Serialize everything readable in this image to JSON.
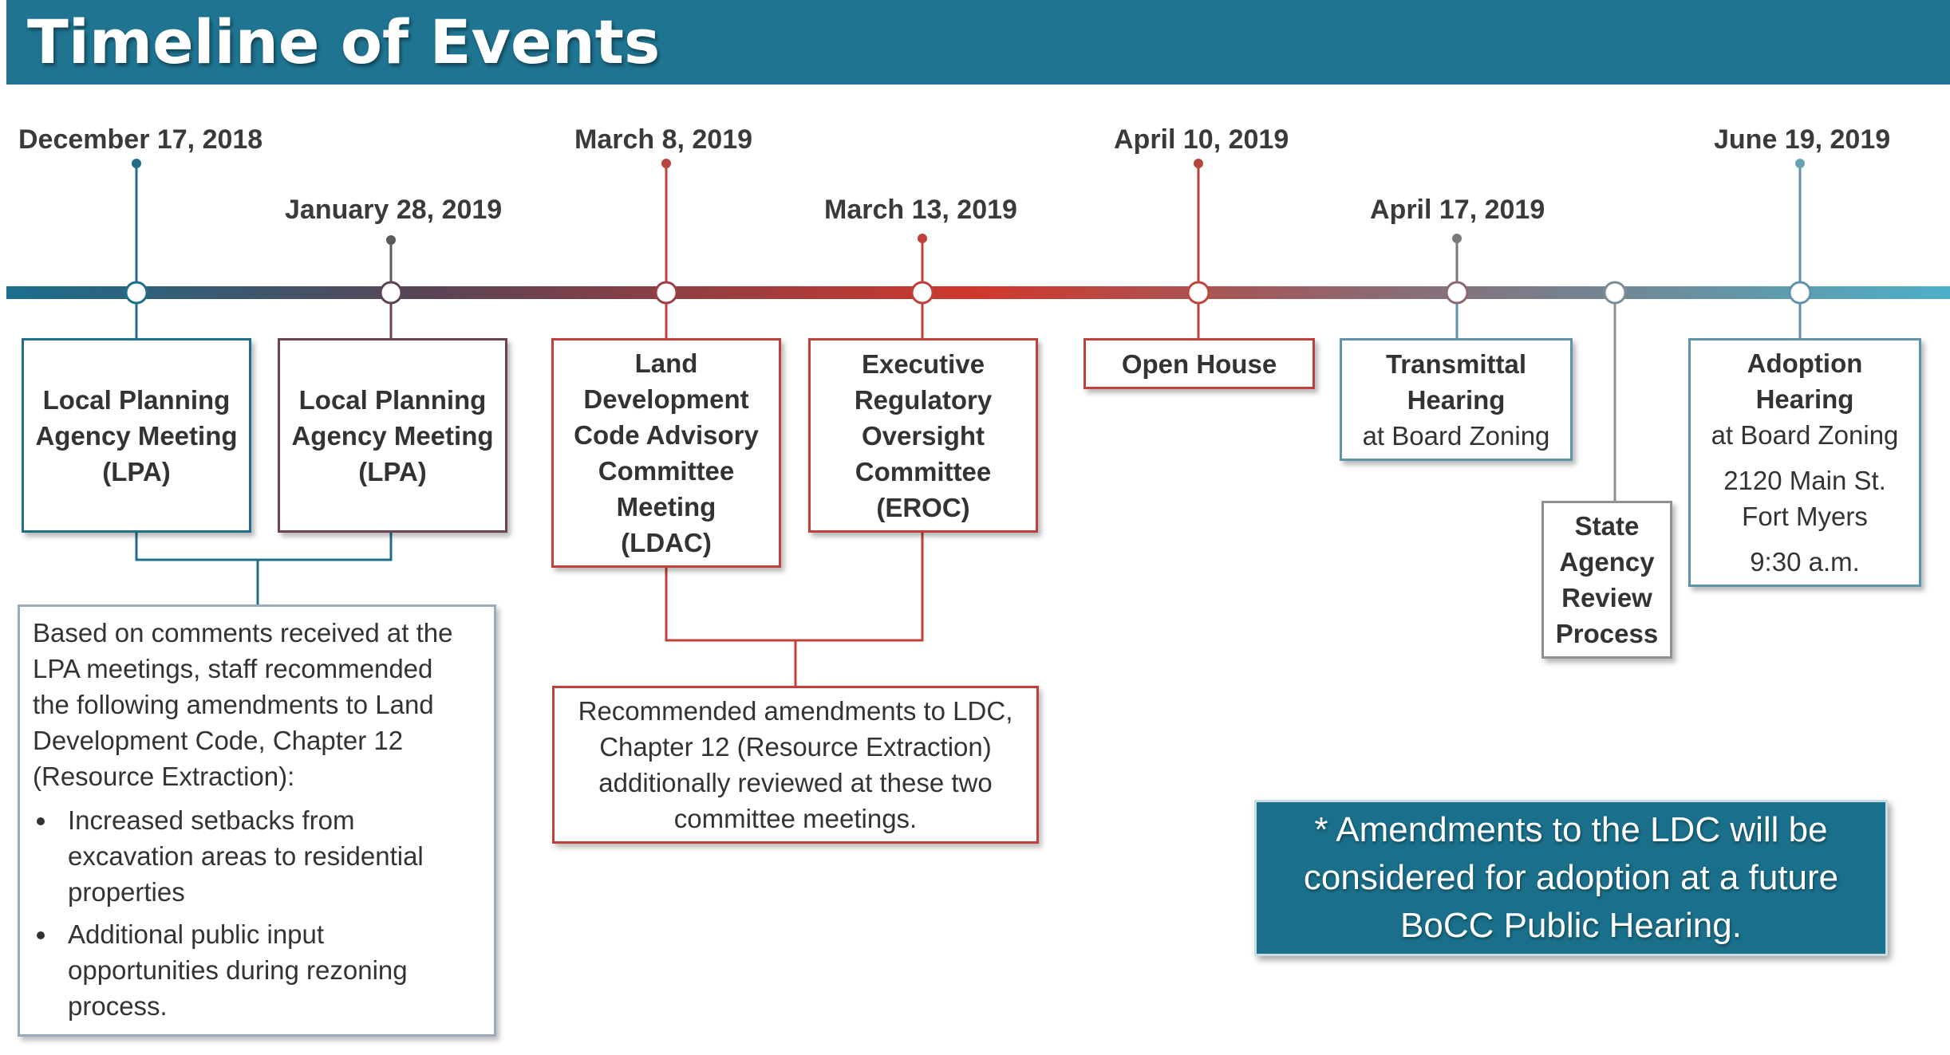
{
  "title": "Timeline of Events",
  "dates": {
    "d1": "December 17, 2018",
    "d2": "January 28, 2019",
    "d3": "March 8, 2019",
    "d4": "March 13, 2019",
    "d5": "April 10, 2019",
    "d6": "April 17, 2019",
    "d7": "June 19, 2019"
  },
  "events": {
    "lpa1": [
      "Local Planning",
      "Agency Meeting",
      "(LPA)"
    ],
    "lpa2": [
      "Local Planning",
      "Agency Meeting",
      "(LPA)"
    ],
    "ldac": [
      "Land",
      "Development",
      "Code Advisory",
      "Committee",
      "Meeting",
      "(LDAC)"
    ],
    "eroc": [
      "Executive",
      "Regulatory",
      "Oversight",
      "Committee",
      "(EROC)"
    ],
    "open_house": "Open House",
    "transmittal": {
      "title": [
        "Transmittal",
        "Hearing"
      ],
      "sub": "at Board Zoning"
    },
    "state": [
      "State",
      "Agency",
      "Review",
      "Process"
    ],
    "adoption": {
      "title": [
        "Adoption",
        "Hearing"
      ],
      "sub": "at Board Zoning",
      "address": [
        "2120 Main St.",
        "Fort Myers"
      ],
      "time": "9:30 a.m."
    }
  },
  "lpa_notes": {
    "intro": [
      "Based on comments received at the",
      "LPA  meetings, staff recommended",
      "the following amendments to Land",
      "Development Code, Chapter 12",
      "(Resource Extraction):"
    ],
    "bullets": [
      [
        "Increased setbacks from",
        "excavation areas to residential",
        "properties"
      ],
      [
        "Additional public input",
        "opportunities during rezoning",
        "process."
      ]
    ]
  },
  "committee_note": [
    "Recommended amendments to LDC,",
    "Chapter 12 (Resource Extraction)",
    "additionally reviewed at these two",
    "committee meetings."
  ],
  "callout": [
    "* Amendments to the LDC will be",
    "considered for adoption at a future",
    "BoCC Public Hearing."
  ],
  "colors": {
    "header": "#1e7491",
    "blue": "#1f6f8b",
    "plum": "#6a4452",
    "red": "#c2403c",
    "steel": "#5f93aa",
    "gray": "#8f8f8f"
  }
}
